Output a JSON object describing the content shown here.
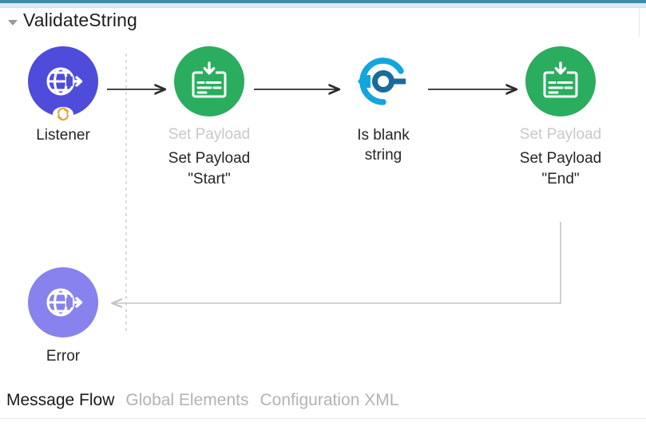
{
  "window": {
    "accent_color": "#3d8ca8",
    "canvas_background": "#ffffff"
  },
  "flow": {
    "twisty": "collapse-triangle-icon",
    "title": "ValidateString"
  },
  "nodes": [
    {
      "id": "listener",
      "icon": "http-listener-globe-icon",
      "badge": "refresh-arrows-badge-icon",
      "color": "#4f4bdb",
      "type_label": "",
      "name_label": "Listener",
      "name_line2": ""
    },
    {
      "id": "set-payload-start",
      "icon": "set-payload-icon",
      "badge": "",
      "color": "#2aad5e",
      "type_label": "Set Payload",
      "name_label": "Set Payload",
      "name_line2": "\"Start\""
    },
    {
      "id": "is-blank-string",
      "icon": "flow-reference-icon",
      "badge": "",
      "color": "#0e9ed4",
      "type_label": "",
      "name_label": "Is blank",
      "name_line2": "string"
    },
    {
      "id": "set-payload-end",
      "icon": "set-payload-icon",
      "badge": "",
      "color": "#2aad5e",
      "type_label": "Set Payload",
      "name_label": "Set Payload",
      "name_line2": "\"End\""
    },
    {
      "id": "error-handler",
      "icon": "http-listener-globe-icon",
      "badge": "",
      "color": "#8782ed",
      "type_label": "",
      "name_label": "Error",
      "name_line2": ""
    }
  ],
  "connectors": {
    "arrow_color": "#2b2b2b",
    "return_color": "#c4c4c4",
    "dotted_divider_color": "#d8d8d8"
  },
  "tabs": [
    {
      "label": "Message Flow",
      "active": true
    },
    {
      "label": "Global Elements",
      "active": false
    },
    {
      "label": "Configuration XML",
      "active": false
    }
  ]
}
